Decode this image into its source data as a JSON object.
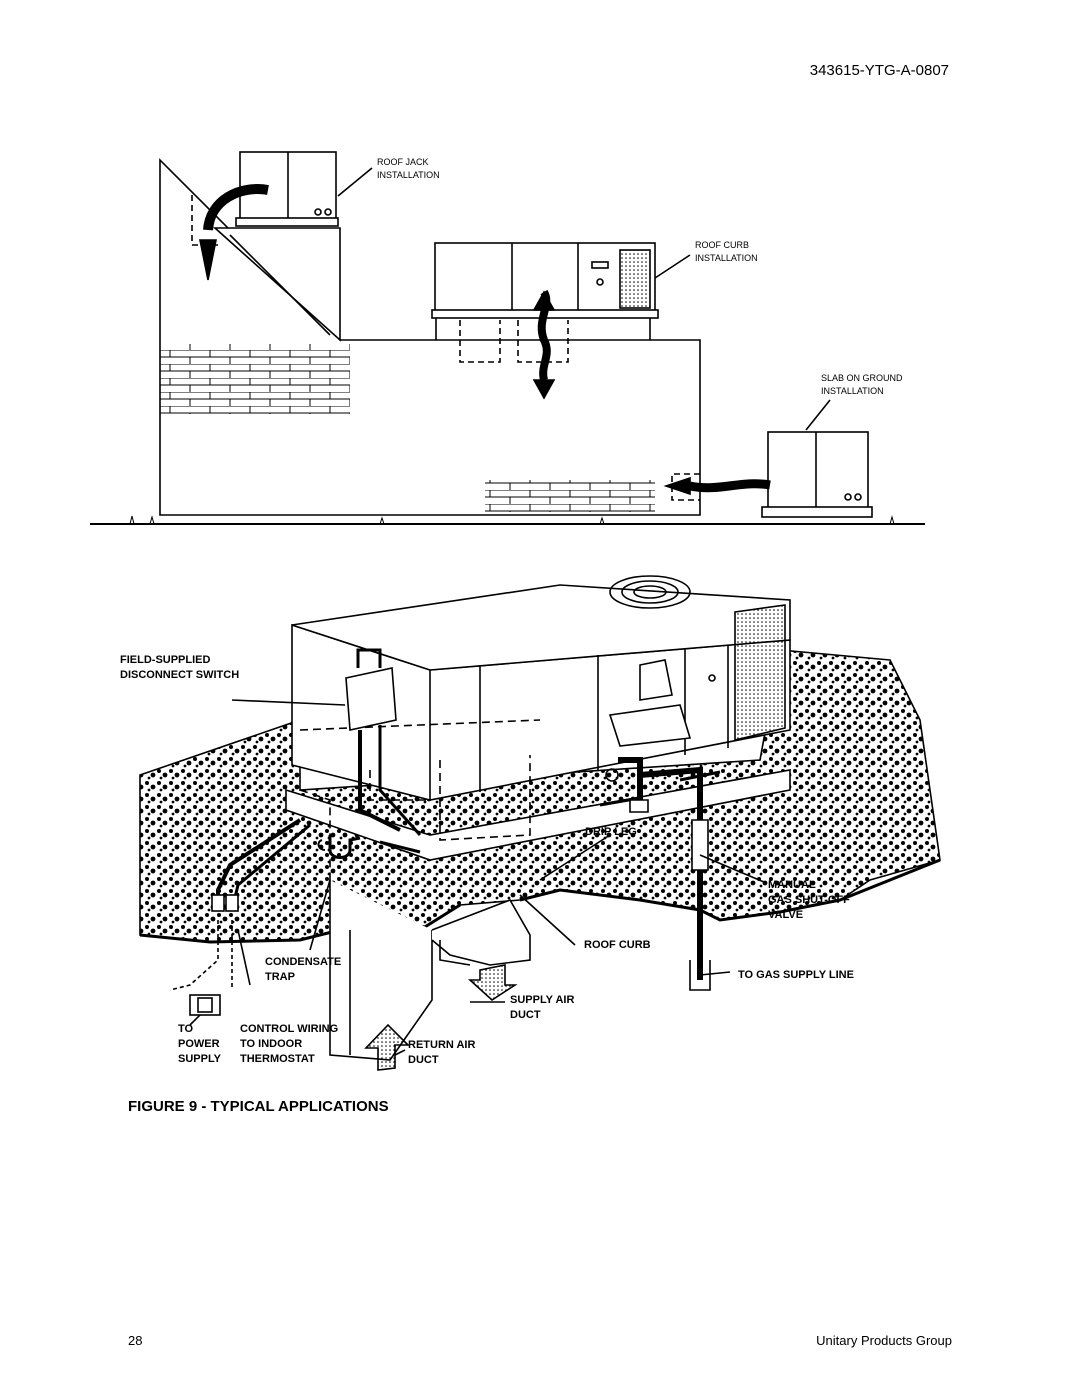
{
  "header": {
    "doc_number": "343615-YTG-A-0807"
  },
  "figure": {
    "caption": "FIGURE 9 - TYPICAL APPLICATIONS",
    "top_labels": {
      "roof_jack": [
        "ROOF JACK",
        "INSTALLATION"
      ],
      "roof_curb": [
        "ROOF CURB",
        "INSTALLATION"
      ],
      "slab": [
        "SLAB ON GROUND",
        "INSTALLATION"
      ]
    },
    "bottom_labels": {
      "disconnect": [
        "FIELD-SUPPLIED",
        "DISCONNECT SWITCH"
      ],
      "drip_leg": "DRIP LEG",
      "shutoff": [
        "MANUAL",
        "GAS SHUT-OFF",
        "VALVE"
      ],
      "roof_curb": "ROOF CURB",
      "gas_supply": "TO GAS SUPPLY LINE",
      "condensate": [
        "CONDENSATE",
        "TRAP"
      ],
      "supply_air": [
        "SUPPLY AIR",
        "DUCT"
      ],
      "power": [
        "TO",
        "POWER",
        "SUPPLY"
      ],
      "control": [
        "CONTROL WIRING",
        "TO INDOOR",
        "THERMOSTAT"
      ],
      "return_air": [
        "RETURN AIR",
        "DUCT"
      ]
    }
  },
  "footer": {
    "page_number": "28",
    "publisher": "Unitary Products Group"
  }
}
